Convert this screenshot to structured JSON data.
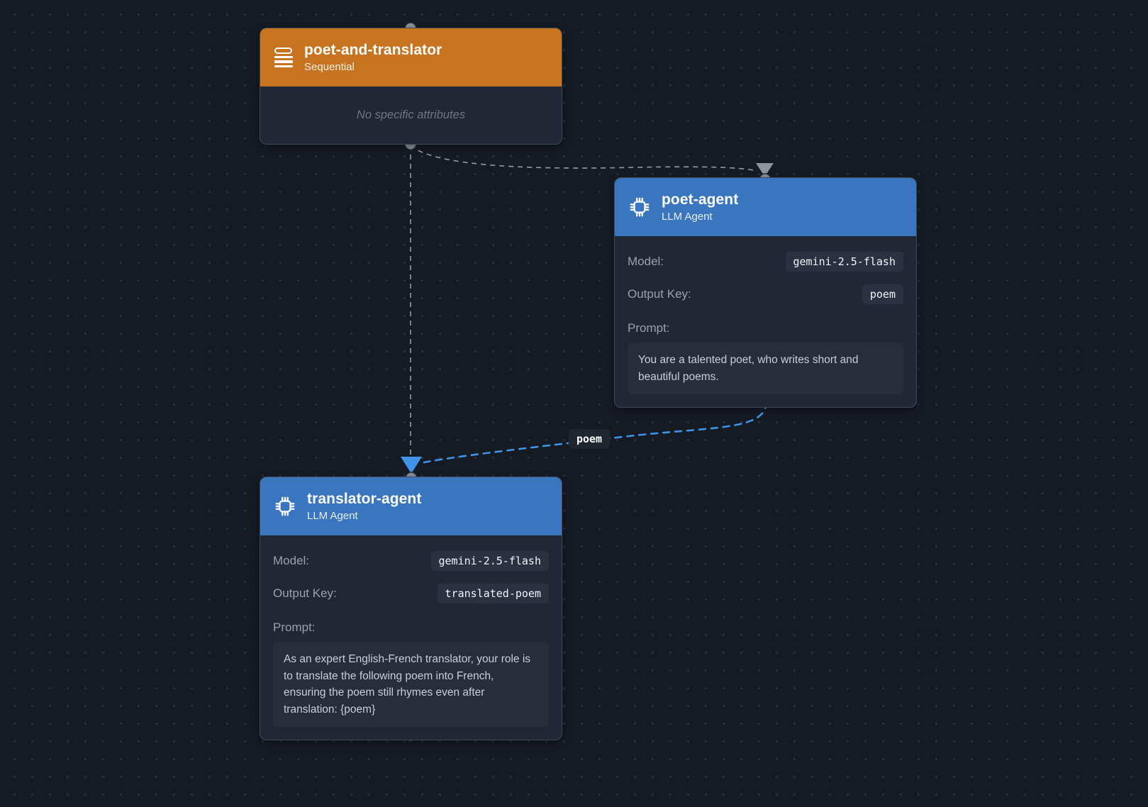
{
  "canvas": {
    "background": "#161a23",
    "dot_color": "#2a3040"
  },
  "colors": {
    "sequential_header": "#c8731f",
    "llm_header": "#3a76bf",
    "node_body": "#212734",
    "edge_gray": "#8e939e",
    "edge_blue": "#3f93e8"
  },
  "nodes": [
    {
      "id": "poet-and-translator",
      "title": "poet-and-translator",
      "subtitle": "Sequential",
      "icon": "sequential-icon",
      "empty_text": "No specific attributes"
    },
    {
      "id": "poet-agent",
      "title": "poet-agent",
      "subtitle": "LLM Agent",
      "icon": "chip-icon",
      "fields": [
        {
          "label": "Model:",
          "value": "gemini-2.5-flash"
        },
        {
          "label": "Output Key:",
          "value": "poem"
        }
      ],
      "prompt_label": "Prompt:",
      "prompt": "You are a talented poet, who writes short and beautiful poems."
    },
    {
      "id": "translator-agent",
      "title": "translator-agent",
      "subtitle": "LLM Agent",
      "icon": "chip-icon",
      "fields": [
        {
          "label": "Model:",
          "value": "gemini-2.5-flash"
        },
        {
          "label": "Output Key:",
          "value": "translated-poem"
        }
      ],
      "prompt_label": "Prompt:",
      "prompt": "As an expert English-French translator, your role is to translate the following poem into French, ensuring the poem still rhymes even after translation: {poem}"
    }
  ],
  "edges": [
    {
      "from": "poet-and-translator",
      "to": "poet-agent",
      "style": "gray-dashed",
      "label": ""
    },
    {
      "from": "poet-and-translator",
      "to": "translator-agent",
      "style": "gray-dashed",
      "label": ""
    },
    {
      "from": "poet-agent",
      "to": "translator-agent",
      "style": "blue-dashed",
      "label": "poem"
    }
  ]
}
